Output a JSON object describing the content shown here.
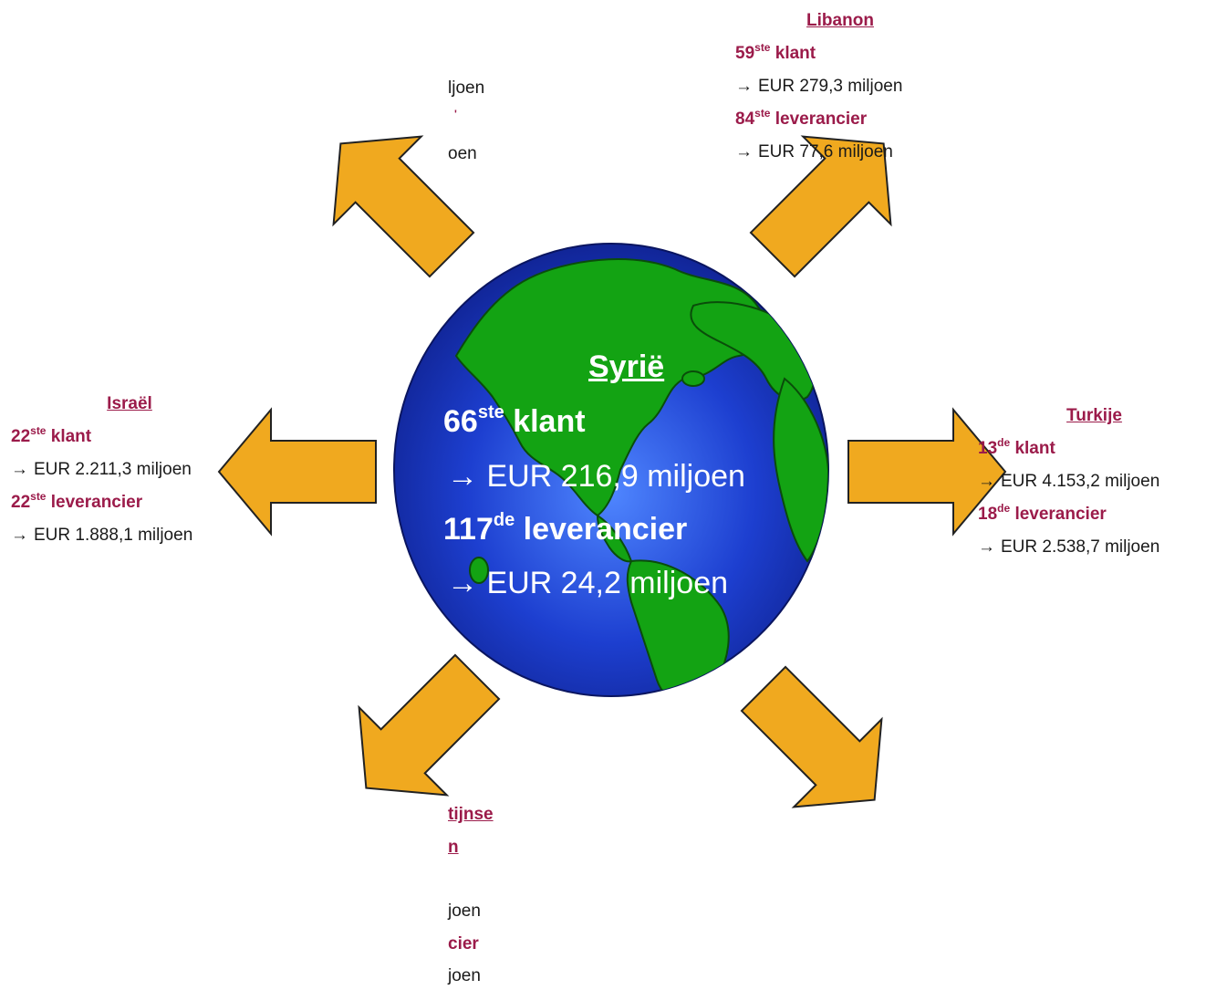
{
  "center": {
    "country": "Syrië",
    "client_rank": "66",
    "client_sup": "ste",
    "client_word": "klant",
    "client_amount": "EUR 216,9 miljoen",
    "supplier_rank": "117",
    "supplier_sup": "de",
    "supplier_word": "leverancier",
    "supplier_amount": "EUR 24,2 miljoen"
  },
  "partners": {
    "libanon": {
      "country": "Libanon",
      "client_rank": "59",
      "client_sup": "ste",
      "client_word": "klant",
      "client_amount": "EUR 279,3 miljoen",
      "supplier_rank": "84",
      "supplier_sup": "ste",
      "supplier_word": "leverancier",
      "supplier_amount": "EUR 77,6 miljoen"
    },
    "israel": {
      "country": "Israël",
      "client_rank": "22",
      "client_sup": "ste",
      "client_word": "klant",
      "client_amount": "EUR 2.211,3 miljoen",
      "supplier_rank": "22",
      "supplier_sup": "ste",
      "supplier_word": "leverancier",
      "supplier_amount": "EUR 1.888,1 miljoen"
    },
    "turkije": {
      "country": "Turkije",
      "client_rank": "13",
      "client_sup": "de",
      "client_word": "klant",
      "client_amount": "EUR 4.153,2 miljoen",
      "supplier_rank": "18",
      "supplier_sup": "de",
      "supplier_word": "leverancier",
      "supplier_amount": "EUR 2.538,7 miljoen"
    }
  },
  "fragments": {
    "top_left_1": "ljoen",
    "top_left_2": "'",
    "top_left_3": "oen",
    "bottom_1": "tijnse",
    "bottom_2": "n",
    "bottom_3": "joen",
    "bottom_4": "cier",
    "bottom_5": "joen"
  },
  "arrow_symbol": "→",
  "colors": {
    "arrow_fill": "#f0a91f",
    "ocean": "#1d3fd0",
    "land": "#13a313",
    "accent_text": "#9b1b4a"
  }
}
